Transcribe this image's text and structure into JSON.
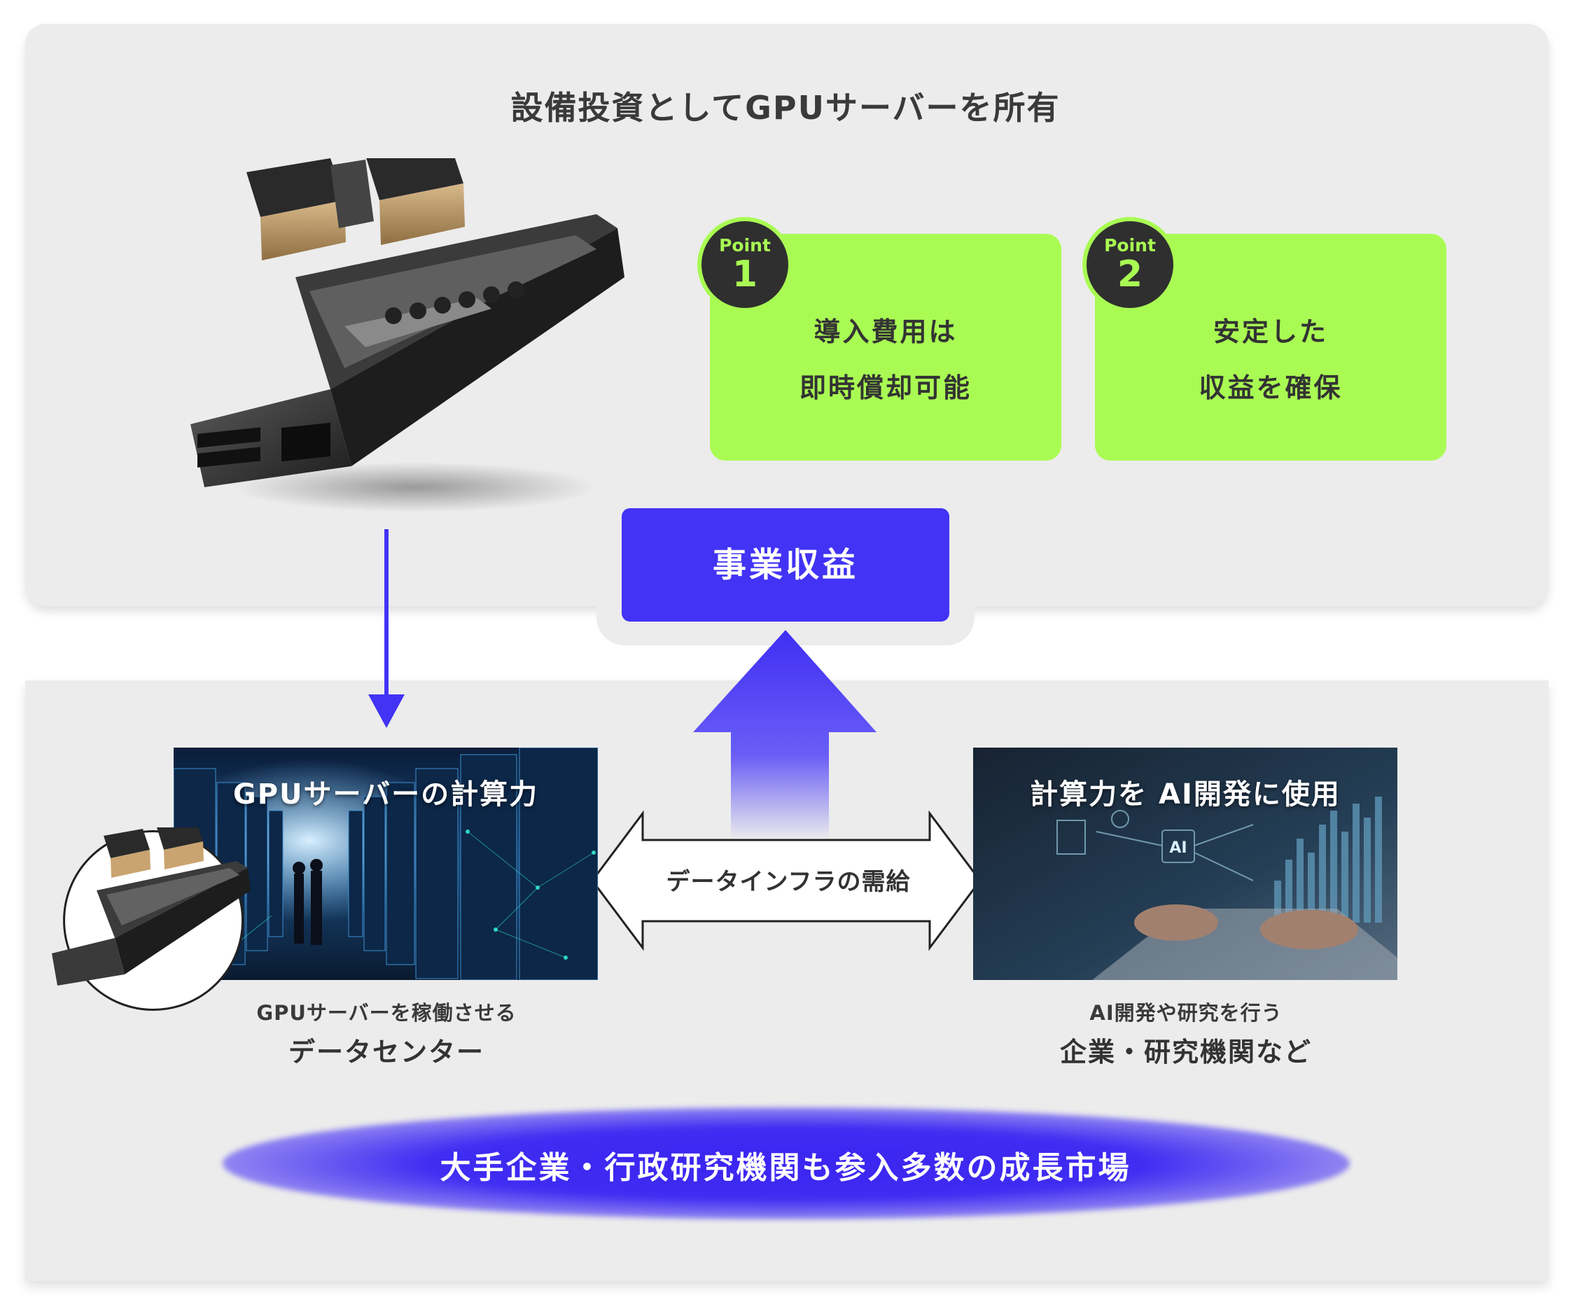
{
  "top": {
    "title": "設備投資としてGPUサーバーを所有"
  },
  "points": [
    {
      "label": "Point",
      "number": "1",
      "line1": "導入費用は",
      "line2": "即時償却可能"
    },
    {
      "label": "Point",
      "number": "2",
      "line1": "安定した",
      "line2": "収益を確保"
    }
  ],
  "revenue": {
    "label": "事業収益"
  },
  "left_card": {
    "title": "GPUサーバーの計算力",
    "caption_small": "GPUサーバーを稼働させる",
    "caption_large": "データセンター"
  },
  "right_card": {
    "title": "計算力を AI開発に使用",
    "ai_chip_label": "AI",
    "caption_small": "AI開発や研究を行う",
    "caption_large": "企業・研究機関など"
  },
  "exchange": {
    "label": "データインフラの需給"
  },
  "market": {
    "label": "大手企業・行政研究機関も参入多数の成長市場"
  },
  "colors": {
    "accent_blue": "#4233f5",
    "point_green": "#a9fb53",
    "panel_gray": "#ececec",
    "badge_dark": "#2f2f2f"
  }
}
